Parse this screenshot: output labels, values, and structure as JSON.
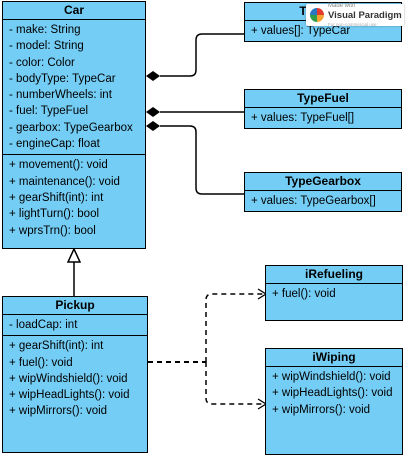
{
  "classes": {
    "car": {
      "name": "Car",
      "attributes": [
        "- make: String",
        "- model: String",
        "- color: Color",
        "- bodyType: TypeCar",
        "- numberWheels: int",
        "- fuel: TypeFuel",
        "- gearbox: TypeGearbox",
        "- engineCap: float"
      ],
      "methods": [
        "+ movement(): void",
        "+ maintenance(): void",
        "+ gearShift(int): int",
        "+ lightTurn(): bool",
        "+ wprsTrn(): bool"
      ]
    },
    "typecar": {
      "name": "TypeCar",
      "attributes": [
        "+ values[]: TypeCar"
      ]
    },
    "typefuel": {
      "name": "TypeFuel",
      "attributes": [
        "+ values: TypeFuel[]"
      ]
    },
    "typegearbox": {
      "name": "TypeGearbox",
      "attributes": [
        "+ values: TypeGearbox[]"
      ]
    },
    "pickup": {
      "name": "Pickup",
      "attributes": [
        "- loadCap: int"
      ],
      "methods": [
        "+ gearShift(int): int",
        "+ fuel(): void",
        "+ wipWindshield(): void",
        "+ wipHeadLights(): void",
        "+ wipMirrors(): void"
      ]
    },
    "irefueling": {
      "name": "iRefueling",
      "methods": [
        "+ fuel(): void"
      ]
    },
    "iwiping": {
      "name": "iWiping",
      "methods": [
        "+ wipWindshield(): void",
        "+ wipHeadLights(): void",
        "+ wipMirrors(): void"
      ]
    }
  },
  "watermark": {
    "small": "Made with",
    "brand": "Visual Paradigm",
    "url": "For non-commercial use"
  },
  "colors": {
    "class_fill": "#74cdf5",
    "stroke": "#000000"
  }
}
